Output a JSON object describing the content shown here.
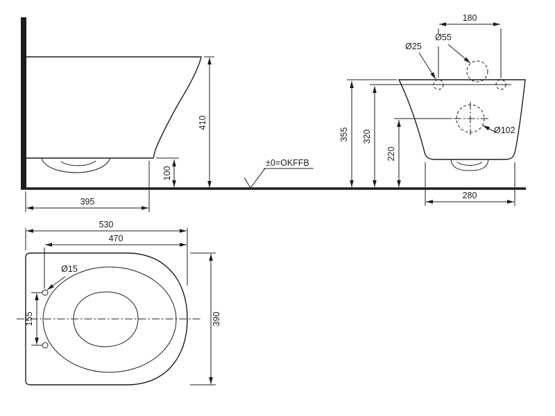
{
  "datum": {
    "label": "±0=OKFFB"
  },
  "side_view": {
    "dim_height": "410",
    "dim_bottom_clearance": "100",
    "dim_depth": "395"
  },
  "front_view": {
    "dim_hole_spacing": "180",
    "dia_inlet": "Ø55",
    "dia_fixing": "Ø25",
    "dia_outlet": "Ø102",
    "dim_height_top": "355",
    "dim_height_fixing": "320",
    "dim_height_outlet": "220",
    "dim_width_bottom": "280"
  },
  "top_view": {
    "dim_depth_total": "530",
    "dim_depth_holes": "470",
    "dia_seat_hole": "Ø15",
    "dim_hole_spacing": "155",
    "dim_width": "390"
  },
  "colors": {
    "line": "#1c1c1c",
    "background": "#ffffff"
  }
}
